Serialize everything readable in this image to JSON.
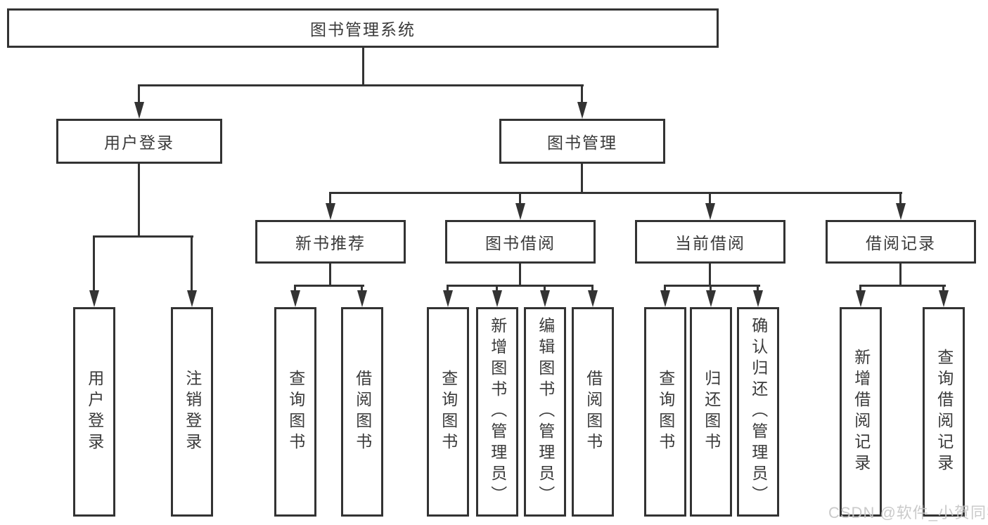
{
  "tree": {
    "root": {
      "label": "图书管理系统"
    },
    "branches": [
      {
        "label": "用户登录",
        "children": [
          {
            "label": "用户登录"
          },
          {
            "label": "注销登录"
          }
        ]
      },
      {
        "label": "图书管理",
        "children": [
          {
            "label": "新书推荐",
            "children": [
              {
                "label": "查询图书"
              },
              {
                "label": "借阅图书"
              }
            ]
          },
          {
            "label": "图书借阅",
            "children": [
              {
                "label": "查询图书"
              },
              {
                "label": "新增图书（管理员）"
              },
              {
                "label": "编辑图书（管理员）"
              },
              {
                "label": "借阅图书"
              }
            ]
          },
          {
            "label": "当前借阅",
            "children": [
              {
                "label": "查询图书"
              },
              {
                "label": "归还图书"
              },
              {
                "label": "确认归还（管理员）"
              }
            ]
          },
          {
            "label": "借阅记录",
            "children": [
              {
                "label": "新增借阅记录"
              },
              {
                "label": "查询借阅记录"
              }
            ]
          }
        ]
      }
    ]
  },
  "watermark": {
    "text": "CSDN @软件_小贺同学"
  },
  "colors": {
    "line": "#333333",
    "text": "#3a3a3a",
    "watermark": "#c5c5c5",
    "background": "#ffffff"
  }
}
